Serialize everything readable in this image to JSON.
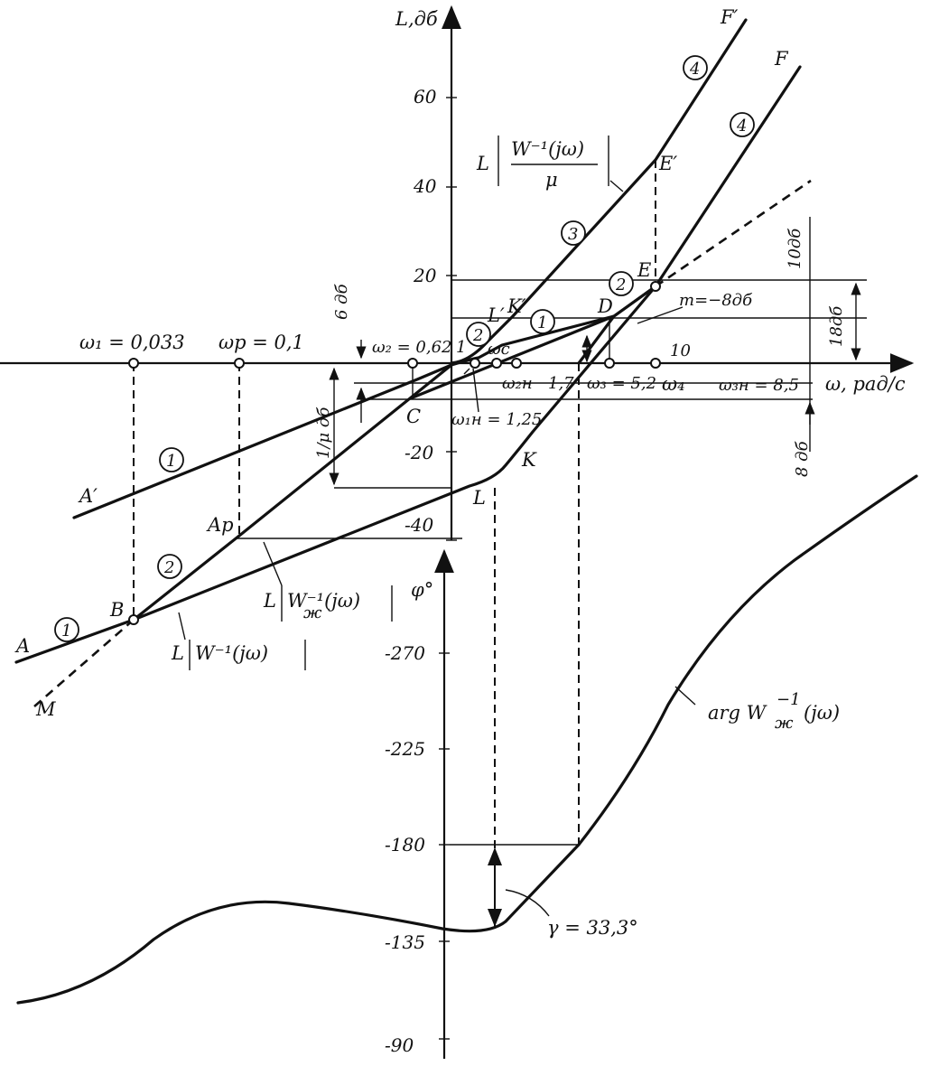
{
  "axes": {
    "y_top_label": "L,дб",
    "x_right_label": "ω, рад/с",
    "phi_label": "φ°"
  },
  "y_ticks_db": [
    "60",
    "40",
    "20",
    "-20",
    "-40"
  ],
  "phase_ticks": [
    "-270",
    "-225",
    "-180",
    "-135",
    "-90"
  ],
  "omega_labels": {
    "w1": "ω₁ = 0,033",
    "wp": "ωр = 0,1",
    "w2": "ω₂ = 0,62",
    "one": "1",
    "wc": "ωс",
    "w2h": "ω₂н",
    "v17": "1,7",
    "w3": "ω₃ = 5,2",
    "w4": "ω₄",
    "ten": "10",
    "w3h": "ω₃н = 8,5",
    "w1h": "ω₁н = 1,25"
  },
  "points": {
    "A": "A",
    "A1": "A′",
    "Ap": "Ap",
    "B": "B",
    "C": "C",
    "D": "D",
    "E": "E",
    "E1": "E′",
    "F": "F",
    "F1": "F′",
    "K": "K",
    "K1": "K′",
    "L": "L",
    "L1": "L′",
    "M": "M"
  },
  "numbers": {
    "n1": "1",
    "n2": "2",
    "n3": "3",
    "n4": "4"
  },
  "annotations": {
    "m": "m=−8дб",
    "gamma": "γ = 33,3°",
    "arg": "arg W",
    "arg_sub": "ж",
    "arg_sup": "−1",
    "arg_tail": "(jω)",
    "db6": "6 дб",
    "db8": "8 дб",
    "db10": "10дб",
    "db18": "18дб",
    "inv_mu": "1/μ дб",
    "L_W": "L",
    "W_inv": "W⁻¹(jω)",
    "Wk_inv": "W⁻¹(jω)",
    "Wk_sub": "ж",
    "frac_num": "W⁻¹(jω)",
    "frac_den": "μ"
  }
}
